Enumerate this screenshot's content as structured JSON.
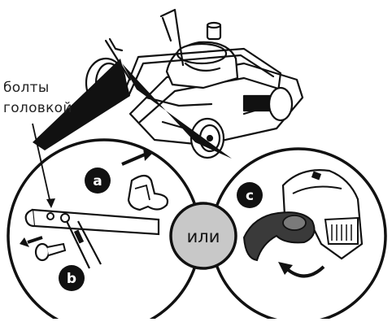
{
  "caption": {
    "line1": "болты",
    "line2": "головкой"
  },
  "badges": {
    "a": "a",
    "b": "b",
    "c": "c"
  },
  "or_label": "или",
  "colors": {
    "ink": "#111111",
    "paper": "#ffffff",
    "circle_fill": "#c8c8c8"
  }
}
